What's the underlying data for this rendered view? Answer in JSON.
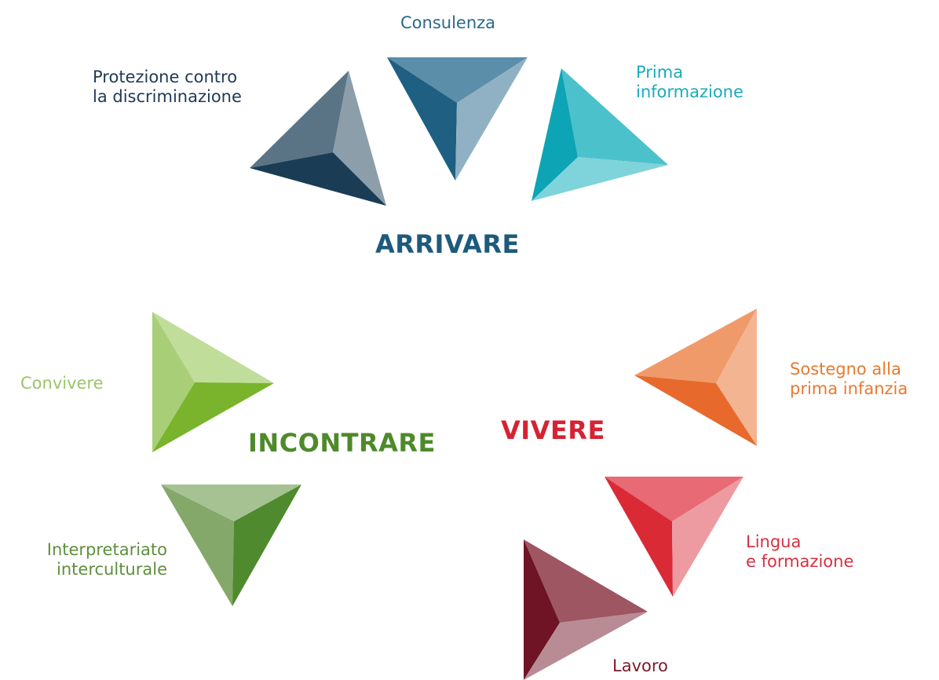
{
  "colors": {
    "arrivare": "#1d5a7c",
    "consulenza": "#2b6889",
    "protezione": "#1f3a55",
    "prima_informazione": "#1aabb9",
    "incontrare": "#4e8a2b",
    "convivere": "#9bc56b",
    "interpretariato": "#5d8f3c",
    "vivere": "#d62232",
    "sostegno": "#e77a2f",
    "lingua": "#d93040",
    "lavoro": "#7a1b2b"
  },
  "groups": {
    "arrivare": {
      "title": "ARRIVARE",
      "items": {
        "consulenza": {
          "lines": [
            "Consulenza"
          ]
        },
        "protezione": {
          "lines": [
            "Protezione contro",
            "la discriminazione"
          ]
        },
        "prima_informazione": {
          "lines": [
            "Prima",
            "informazione"
          ]
        }
      }
    },
    "incontrare": {
      "title": "INCONTRARE",
      "items": {
        "convivere": {
          "lines": [
            "Convivere"
          ]
        },
        "interpretariato": {
          "lines": [
            "Interpretariato",
            "interculturale"
          ]
        }
      }
    },
    "vivere": {
      "title": "VIVERE",
      "items": {
        "sostegno": {
          "lines": [
            "Sostegno alla",
            "prima infanzia"
          ]
        },
        "lingua": {
          "lines": [
            "Lingua",
            "e formazione"
          ]
        },
        "lavoro": {
          "lines": [
            "Lavoro"
          ]
        }
      }
    }
  },
  "pyramid_icons": {
    "consulenza": "pyramid-down-icon",
    "protezione": "pyramid-left-icon",
    "prima_informazione": "pyramid-right-icon",
    "convivere": "pyramid-right-icon",
    "interpretariato": "pyramid-down-icon",
    "sostegno": "pyramid-left-icon",
    "lingua": "pyramid-down-icon",
    "lavoro": "pyramid-right-icon"
  }
}
